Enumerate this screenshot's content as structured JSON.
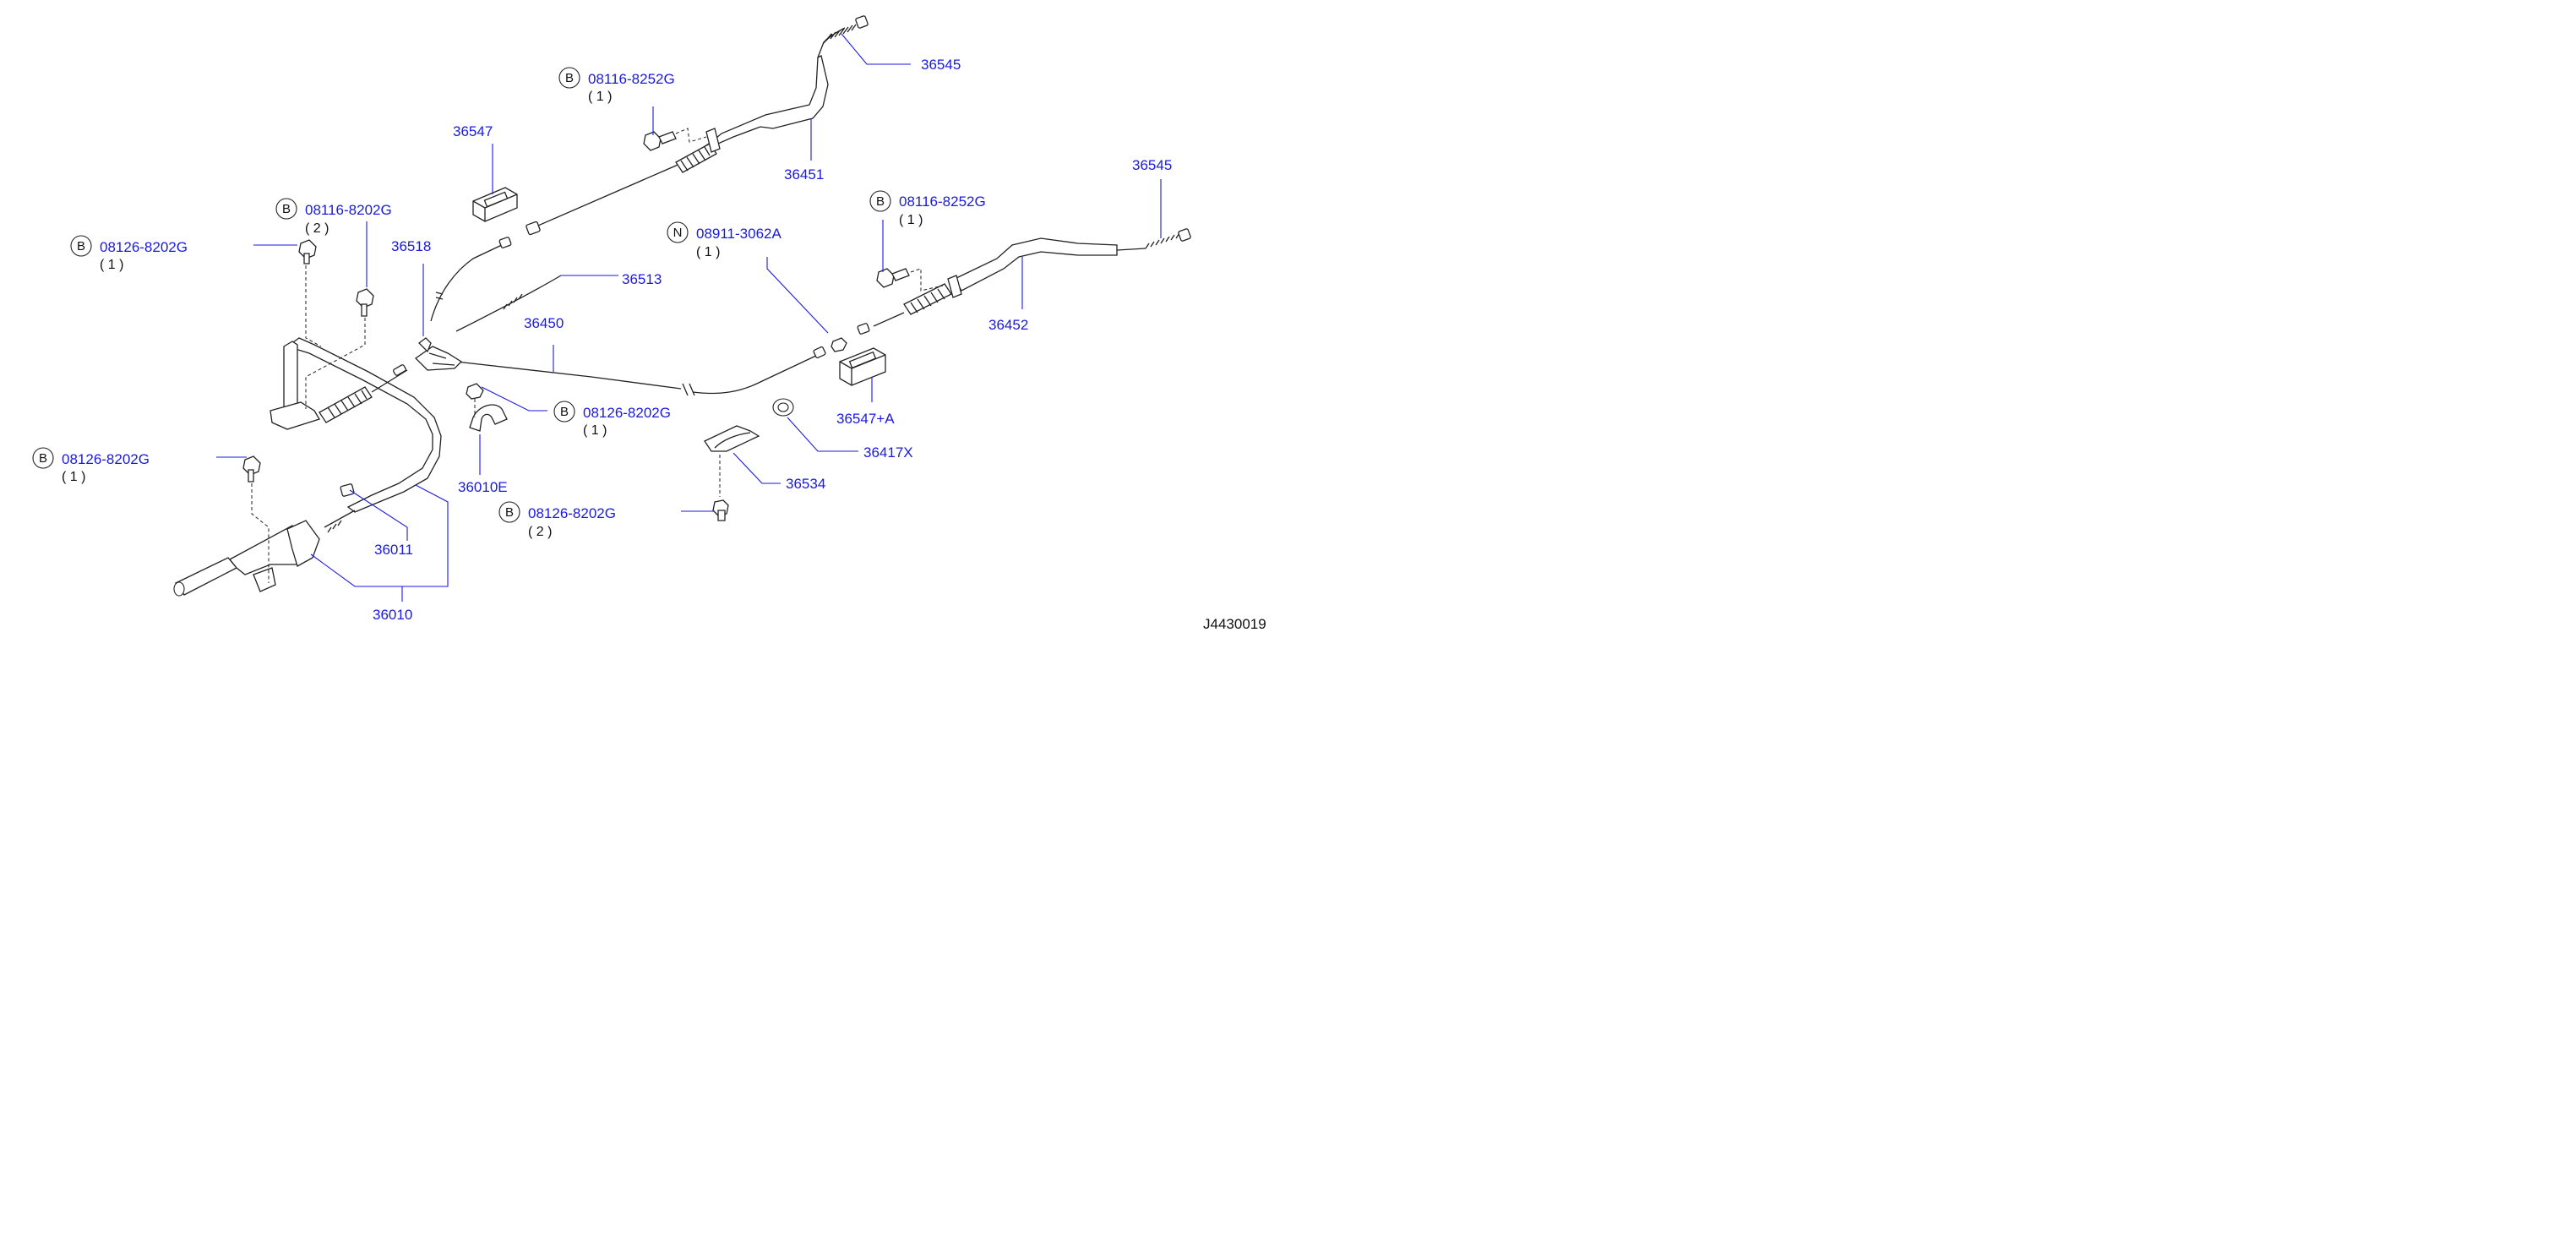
{
  "diagram_code": "J4430019",
  "callouts": [
    {
      "id": "c1",
      "text": "36545"
    },
    {
      "id": "c2",
      "badge": "B",
      "text": "08116-8252G",
      "qty": "( 1 )"
    },
    {
      "id": "c3",
      "text": "36547"
    },
    {
      "id": "c4",
      "text": "36451"
    },
    {
      "id": "c5",
      "text": "36545"
    },
    {
      "id": "c6",
      "badge": "B",
      "text": "08116-8252G",
      "qty": "( 1 )"
    },
    {
      "id": "c7",
      "badge": "B",
      "text": "08116-8202G",
      "qty": "( 2 )"
    },
    {
      "id": "c8",
      "badge": "N",
      "text": "08911-3062A",
      "qty": "( 1 )"
    },
    {
      "id": "c9",
      "badge": "B",
      "text": "08126-8202G",
      "qty": "( 1 )"
    },
    {
      "id": "c10",
      "text": "36518"
    },
    {
      "id": "c11",
      "text": "36513"
    },
    {
      "id": "c12",
      "text": "36452"
    },
    {
      "id": "c13",
      "text": "36450"
    },
    {
      "id": "c14",
      "text": "36547+A"
    },
    {
      "id": "c15",
      "badge": "B",
      "text": "08126-8202G",
      "qty": "( 1 )"
    },
    {
      "id": "c16",
      "text": "36417X"
    },
    {
      "id": "c17",
      "badge": "B",
      "text": "08126-8202G",
      "qty": "( 1 )"
    },
    {
      "id": "c18",
      "text": "36534"
    },
    {
      "id": "c19",
      "text": "36010E"
    },
    {
      "id": "c20",
      "badge": "B",
      "text": "08126-8202G",
      "qty": "( 2 )"
    },
    {
      "id": "c21",
      "text": "36011"
    },
    {
      "id": "c22",
      "text": "36010"
    }
  ]
}
